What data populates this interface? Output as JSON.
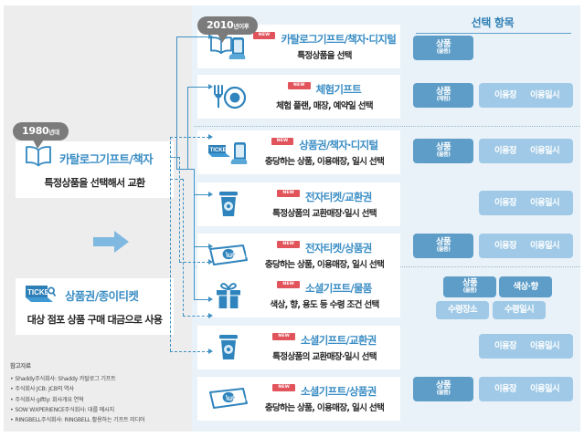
{
  "panels": {
    "left_label": "legacy-panel",
    "mid_label": "digital-panel",
    "right_label": "selection-panel"
  },
  "bubbles": {
    "era_1980": {
      "year": "1980",
      "suffix": "년대"
    },
    "era_2010": {
      "year": "2010",
      "suffix": "년이후"
    }
  },
  "legacy": [
    {
      "id": "legacy-catalog",
      "icon": "open-book-icon",
      "title": "카탈로그기프트/책자",
      "subtitle": "특정상품을 선택해서 교환"
    },
    {
      "id": "legacy-ticket",
      "icon": "paper-ticket-icon",
      "title": "상품권/종이티켓",
      "subtitle": "대상 점포 상품 구매 대금으로 사용"
    }
  ],
  "notes": {
    "title": "참고자료",
    "items": [
      "Shaddy주식회사: Shaddy 카탈로그 기프트",
      "주식회사 JCB: JCB의 역사",
      "주식회사 giftly: 회사개요 연혁",
      "SOW WXPERIENCE주식회사: 대를 메시지",
      "RINGBELL주식회사: RINGBELL 활용하는 기프트 미디어"
    ]
  },
  "selection_header": "선택 항목",
  "new_badge_label": "NEW",
  "rows": [
    {
      "id": "row-catalog-digital",
      "icon": "book-phone-icon",
      "new": true,
      "title": "카탈로그기프트/책자·디지털",
      "subtitle": "특정상품을 선택",
      "badges": [
        {
          "main": "상품",
          "sub": "(물품)",
          "tone": "dark"
        }
      ]
    },
    {
      "id": "row-experience-gift",
      "icon": "dining-icon",
      "new": true,
      "title": "체험기프트",
      "subtitle": "체험 플랜, 매장, 예약일 선택",
      "badges": [
        {
          "main": "상품",
          "sub": "(체험)",
          "tone": "dark"
        },
        {
          "main": "이용장소",
          "sub": "",
          "tone": "light"
        },
        {
          "main": "이용일시",
          "sub": "",
          "tone": "light"
        }
      ]
    },
    {
      "id": "row-voucher-digital",
      "icon": "ticket-phone-icon",
      "new": true,
      "title": "상품권/책자·디지털",
      "subtitle": "충당하는 상품, 이용매장, 일시 선택",
      "badges": [
        {
          "main": "상품",
          "sub": "(물품)",
          "tone": "dark"
        },
        {
          "main": "이용장소",
          "sub": "",
          "tone": "light"
        },
        {
          "main": "이용일시",
          "sub": "",
          "tone": "light"
        }
      ]
    },
    {
      "id": "row-eticket-exchange",
      "icon": "coffee-cup-icon",
      "new": true,
      "title": "전자티켓/교환권",
      "subtitle": "특정상품의 교환매장·일시 선택",
      "badges": [
        {
          "main": "이용장소",
          "sub": "",
          "tone": "light"
        },
        {
          "main": "이용일시",
          "sub": "",
          "tone": "light"
        }
      ]
    },
    {
      "id": "row-eticket-voucher",
      "icon": "banknote-icon",
      "new": true,
      "title": "전자티켓/상품권",
      "subtitle": "충당하는 상품, 이용매장, 일시 선택",
      "badges": [
        {
          "main": "상품",
          "sub": "(물품)",
          "tone": "dark"
        },
        {
          "main": "이용장소",
          "sub": "",
          "tone": "light"
        },
        {
          "main": "이용일시",
          "sub": "",
          "tone": "light"
        }
      ]
    },
    {
      "id": "row-social-goods",
      "icon": "gift-box-icon",
      "new": true,
      "title": "소셜기프트/물품",
      "subtitle": "색상, 향, 용도 등 수령 조건 선택",
      "badges": [
        {
          "main": "상품",
          "sub": "(물품)",
          "tone": "dark"
        },
        {
          "main": "색상·향",
          "sub": "",
          "tone": "dark"
        },
        {
          "main": "수령장소",
          "sub": "",
          "tone": "light"
        },
        {
          "main": "수령일시",
          "sub": "",
          "tone": "light"
        }
      ]
    },
    {
      "id": "row-social-exchange",
      "icon": "coffee-cup-icon",
      "new": true,
      "title": "소셜기프트/교환권",
      "subtitle": "특정상품의 교환매장·일시 선택",
      "badges": [
        {
          "main": "이용장소",
          "sub": "",
          "tone": "light"
        },
        {
          "main": "이용일시",
          "sub": "",
          "tone": "light"
        }
      ]
    },
    {
      "id": "row-social-voucher",
      "icon": "banknote-icon",
      "new": true,
      "title": "소셜기프트/상품권",
      "subtitle": "충당하는 상품, 이용매장, 일시 선택",
      "badges": [
        {
          "main": "상품",
          "sub": "(물품)",
          "tone": "dark"
        },
        {
          "main": "이용장소",
          "sub": "",
          "tone": "light"
        },
        {
          "main": "이용일시",
          "sub": "",
          "tone": "light"
        }
      ]
    }
  ],
  "colors": {
    "accent_blue": "#3a8dc4",
    "badge_dark": "#5e9dc8",
    "badge_light": "#9fc9e6",
    "new_red": "#e2545c",
    "bubble_grey": "#7b7b7b",
    "panel_pale": "#e9f2f8",
    "panel_grey": "#ededed"
  }
}
